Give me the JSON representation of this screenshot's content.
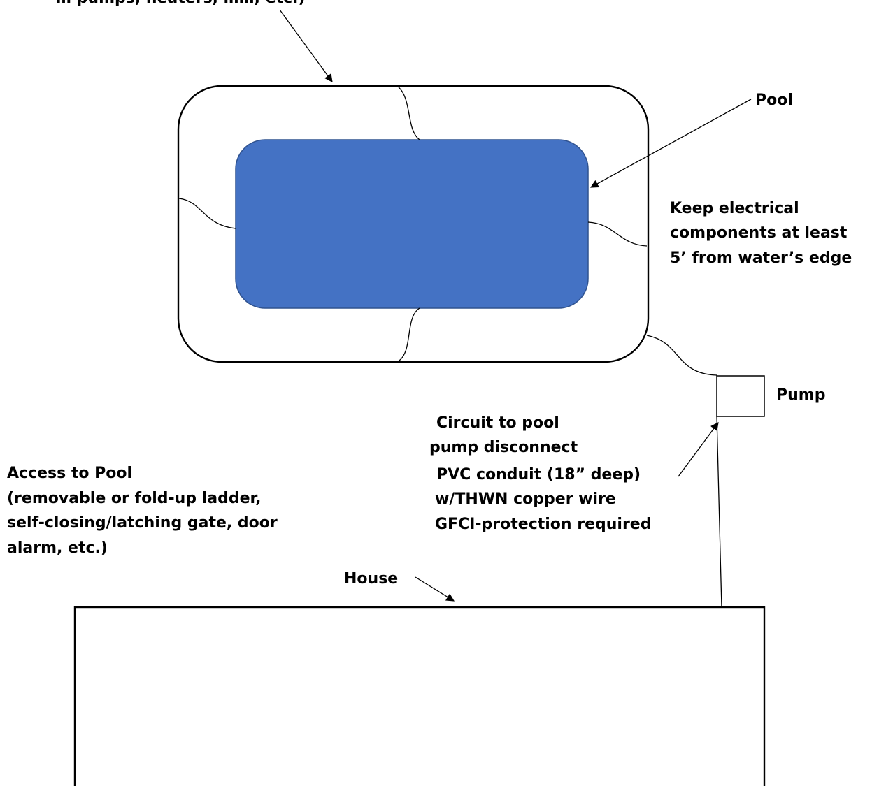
{
  "labels": {
    "top_cutoff": "… pumps, heaters, ……, etc.)",
    "pool": "Pool",
    "keep_line1": "Keep electrical",
    "keep_line2": "components at least",
    "keep_line3": "5’ from water’s edge",
    "pump": "Pump",
    "circuit_line1": "Circuit to pool",
    "circuit_line2": "pump disconnect",
    "circuit_line3": "PVC conduit (18” deep)",
    "circuit_line4": "w/THWN copper wire",
    "circuit_line5": "GFCI-protection required",
    "access_line1": "Access to Pool",
    "access_line2": "(removable or fold-up ladder,",
    "access_line3": "self-closing/latching gate, door",
    "access_line4": "alarm, etc.)",
    "house": "House"
  },
  "colors": {
    "pool_fill": "#4472C4",
    "pool_stroke": "#2F528F",
    "line": "#000000",
    "background": "#ffffff"
  }
}
